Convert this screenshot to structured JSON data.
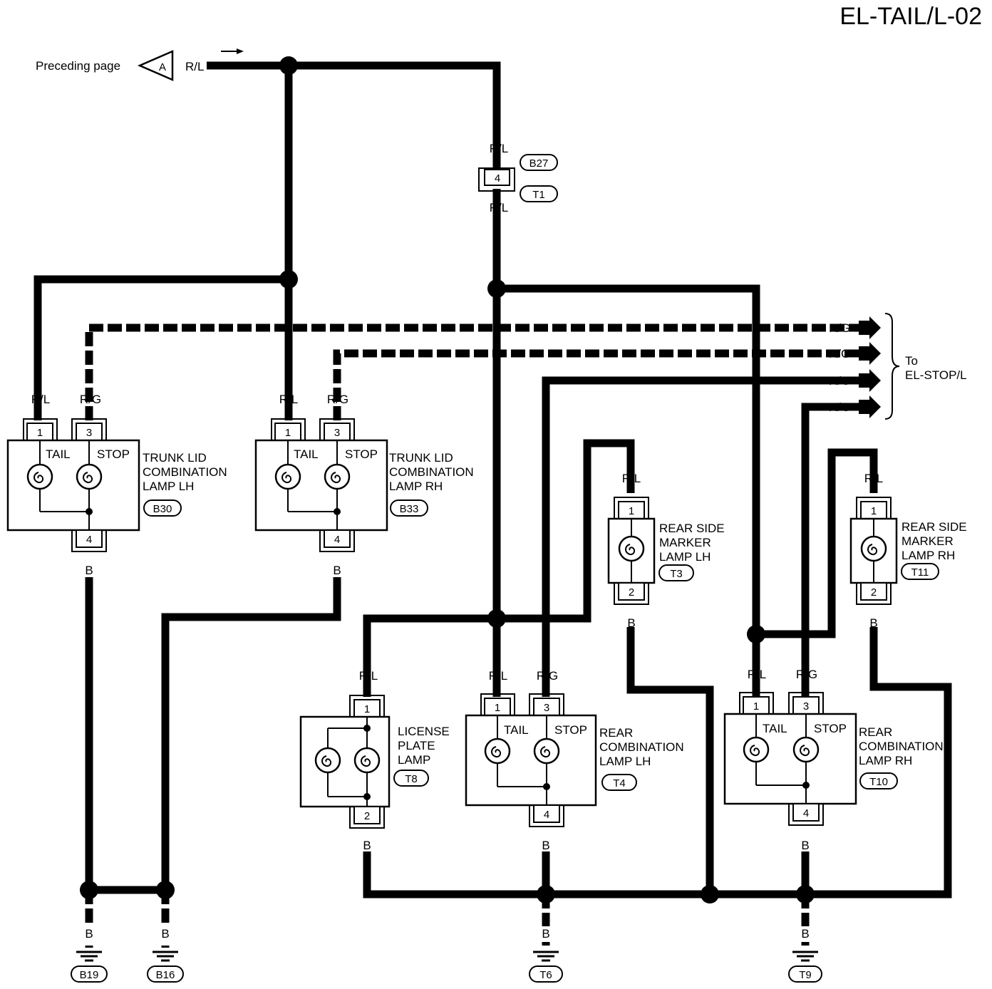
{
  "page_code": "EL-TAIL/L-02",
  "preceding": {
    "text": "Preceding page",
    "connector": "A",
    "wire": "R/L"
  },
  "destination": {
    "line1": "To",
    "line2": "EL-STOP/L",
    "wire_labels": [
      "R/G",
      "R/G",
      "R/G",
      "R/G"
    ]
  },
  "trunk_lid_lh": {
    "l1": "TRUNK LID",
    "l2": "COMBINATION",
    "l3": "LAMP LH",
    "code": "B30",
    "bulb1": "TAIL",
    "bulb2": "STOP",
    "pin_a": "1",
    "pin_b": "3",
    "pin_gnd": "4",
    "wire_a": "R/L",
    "wire_b": "R/G",
    "wire_gnd": "B"
  },
  "trunk_lid_rh": {
    "l1": "TRUNK LID",
    "l2": "COMBINATION",
    "l3": "LAMP RH",
    "code": "B33",
    "bulb1": "TAIL",
    "bulb2": "STOP",
    "pin_a": "1",
    "pin_b": "3",
    "pin_gnd": "4",
    "wire_a": "R/L",
    "wire_b": "R/G",
    "wire_gnd": "B"
  },
  "joint_connector": {
    "wire_top": "R/L",
    "wire_bottom": "R/L",
    "pin": "4",
    "code_top": "B27",
    "code_bottom": "T1"
  },
  "side_marker_lh": {
    "l1": "REAR SIDE",
    "l2": "MARKER",
    "l3": "LAMP LH",
    "code": "T3",
    "pin_a": "1",
    "pin_b": "2",
    "wire_a": "R/L",
    "wire_b": "B"
  },
  "side_marker_rh": {
    "l1": "REAR SIDE",
    "l2": "MARKER",
    "l3": "LAMP RH",
    "code": "T11",
    "pin_a": "1",
    "pin_b": "2",
    "wire_a": "R/L",
    "wire_b": "B"
  },
  "license_plate": {
    "l1": "LICENSE",
    "l2": "PLATE",
    "l3": "LAMP",
    "code": "T8",
    "pin_a": "1",
    "pin_b": "2",
    "wire_a": "R/L",
    "wire_b": "B"
  },
  "rear_comb_lh": {
    "l1": "REAR",
    "l2": "COMBINATION",
    "l3": "LAMP LH",
    "code": "T4",
    "bulb1": "TAIL",
    "bulb2": "STOP",
    "pin_a": "1",
    "pin_b": "3",
    "pin_gnd": "4",
    "wire_a": "R/L",
    "wire_b": "R/G",
    "wire_gnd": "B"
  },
  "rear_comb_rh": {
    "l1": "REAR",
    "l2": "COMBINATION",
    "l3": "LAMP RH",
    "code": "T10",
    "bulb1": "TAIL",
    "bulb2": "STOP",
    "pin_a": "1",
    "pin_b": "3",
    "pin_gnd": "4",
    "wire_a": "R/L",
    "wire_b": "R/G",
    "wire_gnd": "B"
  },
  "grounds": [
    {
      "code": "B19",
      "wire": "B"
    },
    {
      "code": "B16",
      "wire": "B"
    },
    {
      "code": "T6",
      "wire": "B"
    },
    {
      "code": "T9",
      "wire": "B"
    }
  ]
}
